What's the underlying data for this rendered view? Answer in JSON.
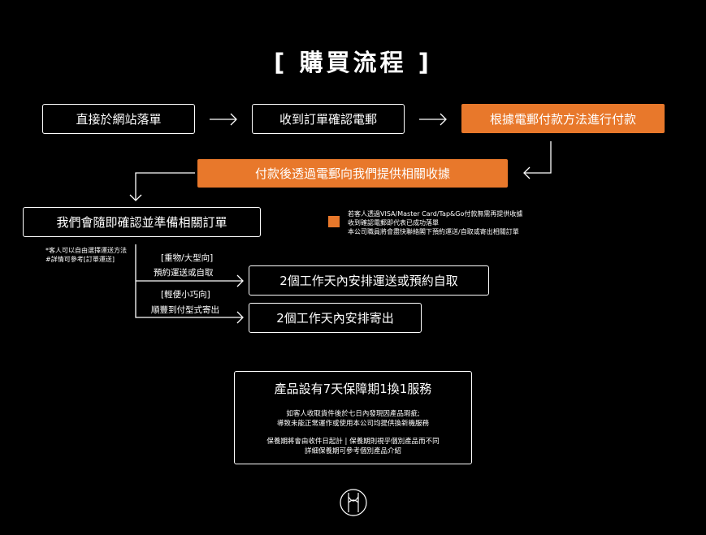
{
  "title": "[ 購買流程 ]",
  "steps": {
    "step1": "直接於網站落單",
    "step2": "收到訂單確認電郵",
    "step3": "根據電郵付款方法進行付款",
    "step4": "付款後透過電郵向我們提供相關收據",
    "step5": "我們會隨即確認並準備相關訂單",
    "option_heavy": "2個工作天內安排運送或預約自取",
    "option_light": "2個工作天內安排寄出"
  },
  "card_note": {
    "line1": "若客人透過VISA/Master Card/Tap&Go付款無需再提供收據",
    "line2": "收到確認電郵即代表已成功落單",
    "line3": "本公司職員將會盡快聯絡閣下預約運送/自取或寄出相關訂單"
  },
  "side_note": {
    "line1": "*客人可以自由選擇運送方法",
    "line2": "#詳情可參考[訂單運送]"
  },
  "branch_heavy": {
    "tag": "[重物/大型向]",
    "desc": "預約運送或自取"
  },
  "branch_light": {
    "tag": "[輕便小巧向]",
    "desc": "順豐到付型式寄出"
  },
  "warranty": {
    "title": "產品設有7天保障期1換1服務",
    "p1_line1": "如客人收取貨件後於七日內發現因產品瑕疵;",
    "p1_line2": "導致未能正常運作或使用本公司均提供換新機服務",
    "p2_line1": "保養期將會由收件日起計 | 保養期則視乎個別產品而不同",
    "p2_line2": "詳細保養期可參考個別產品介紹"
  },
  "colors": {
    "accent": "#e8782b",
    "background": "#000000",
    "foreground": "#ffffff"
  }
}
